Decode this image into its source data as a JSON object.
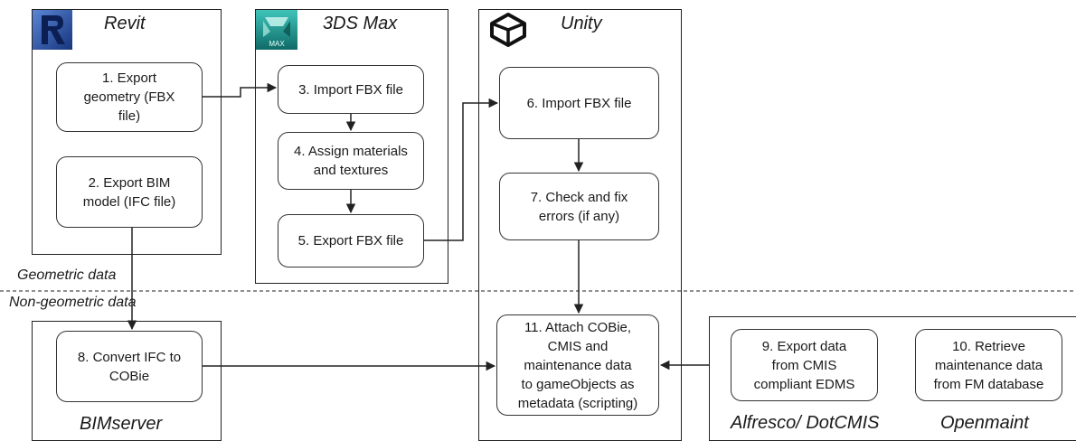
{
  "panels": {
    "revit": {
      "title": "Revit",
      "logo_icon": "revit-logo"
    },
    "max3ds": {
      "title": "3DS Max",
      "logo_icon": "3ds-max-logo",
      "logo_caption": "MAX"
    },
    "unity": {
      "title": "Unity",
      "logo_icon": "unity-logo"
    },
    "bimserver": {
      "title": "BIMserver"
    },
    "edms": {
      "title_left": "Alfresco/ DotCMIS",
      "title_right": "Openmaint"
    }
  },
  "steps": {
    "s1": "1. Export\ngeometry (FBX\nfile)",
    "s2": "2. Export BIM\nmodel (IFC file)",
    "s3": "3. Import FBX file",
    "s4": "4. Assign materials\nand textures",
    "s5": "5. Export FBX file",
    "s6": "6. Import FBX file",
    "s7": "7. Check and fix\nerrors (if any)",
    "s8": "8. Convert IFC to\nCOBie",
    "s9": "9. Export data\nfrom CMIS\ncompliant EDMS",
    "s10": "10. Retrieve\nmaintenance data\nfrom FM database",
    "s11": "11. Attach COBie,\nCMIS and\nmaintenance data\nto gameObjects as\nmetadata (scripting)"
  },
  "divider": {
    "above_label": "Geometric data",
    "below_label": "Non-geometric data"
  },
  "colors": {
    "revit_blue": "#1f4fa8",
    "max_teal": "#1e8d86",
    "stroke": "#222222"
  }
}
